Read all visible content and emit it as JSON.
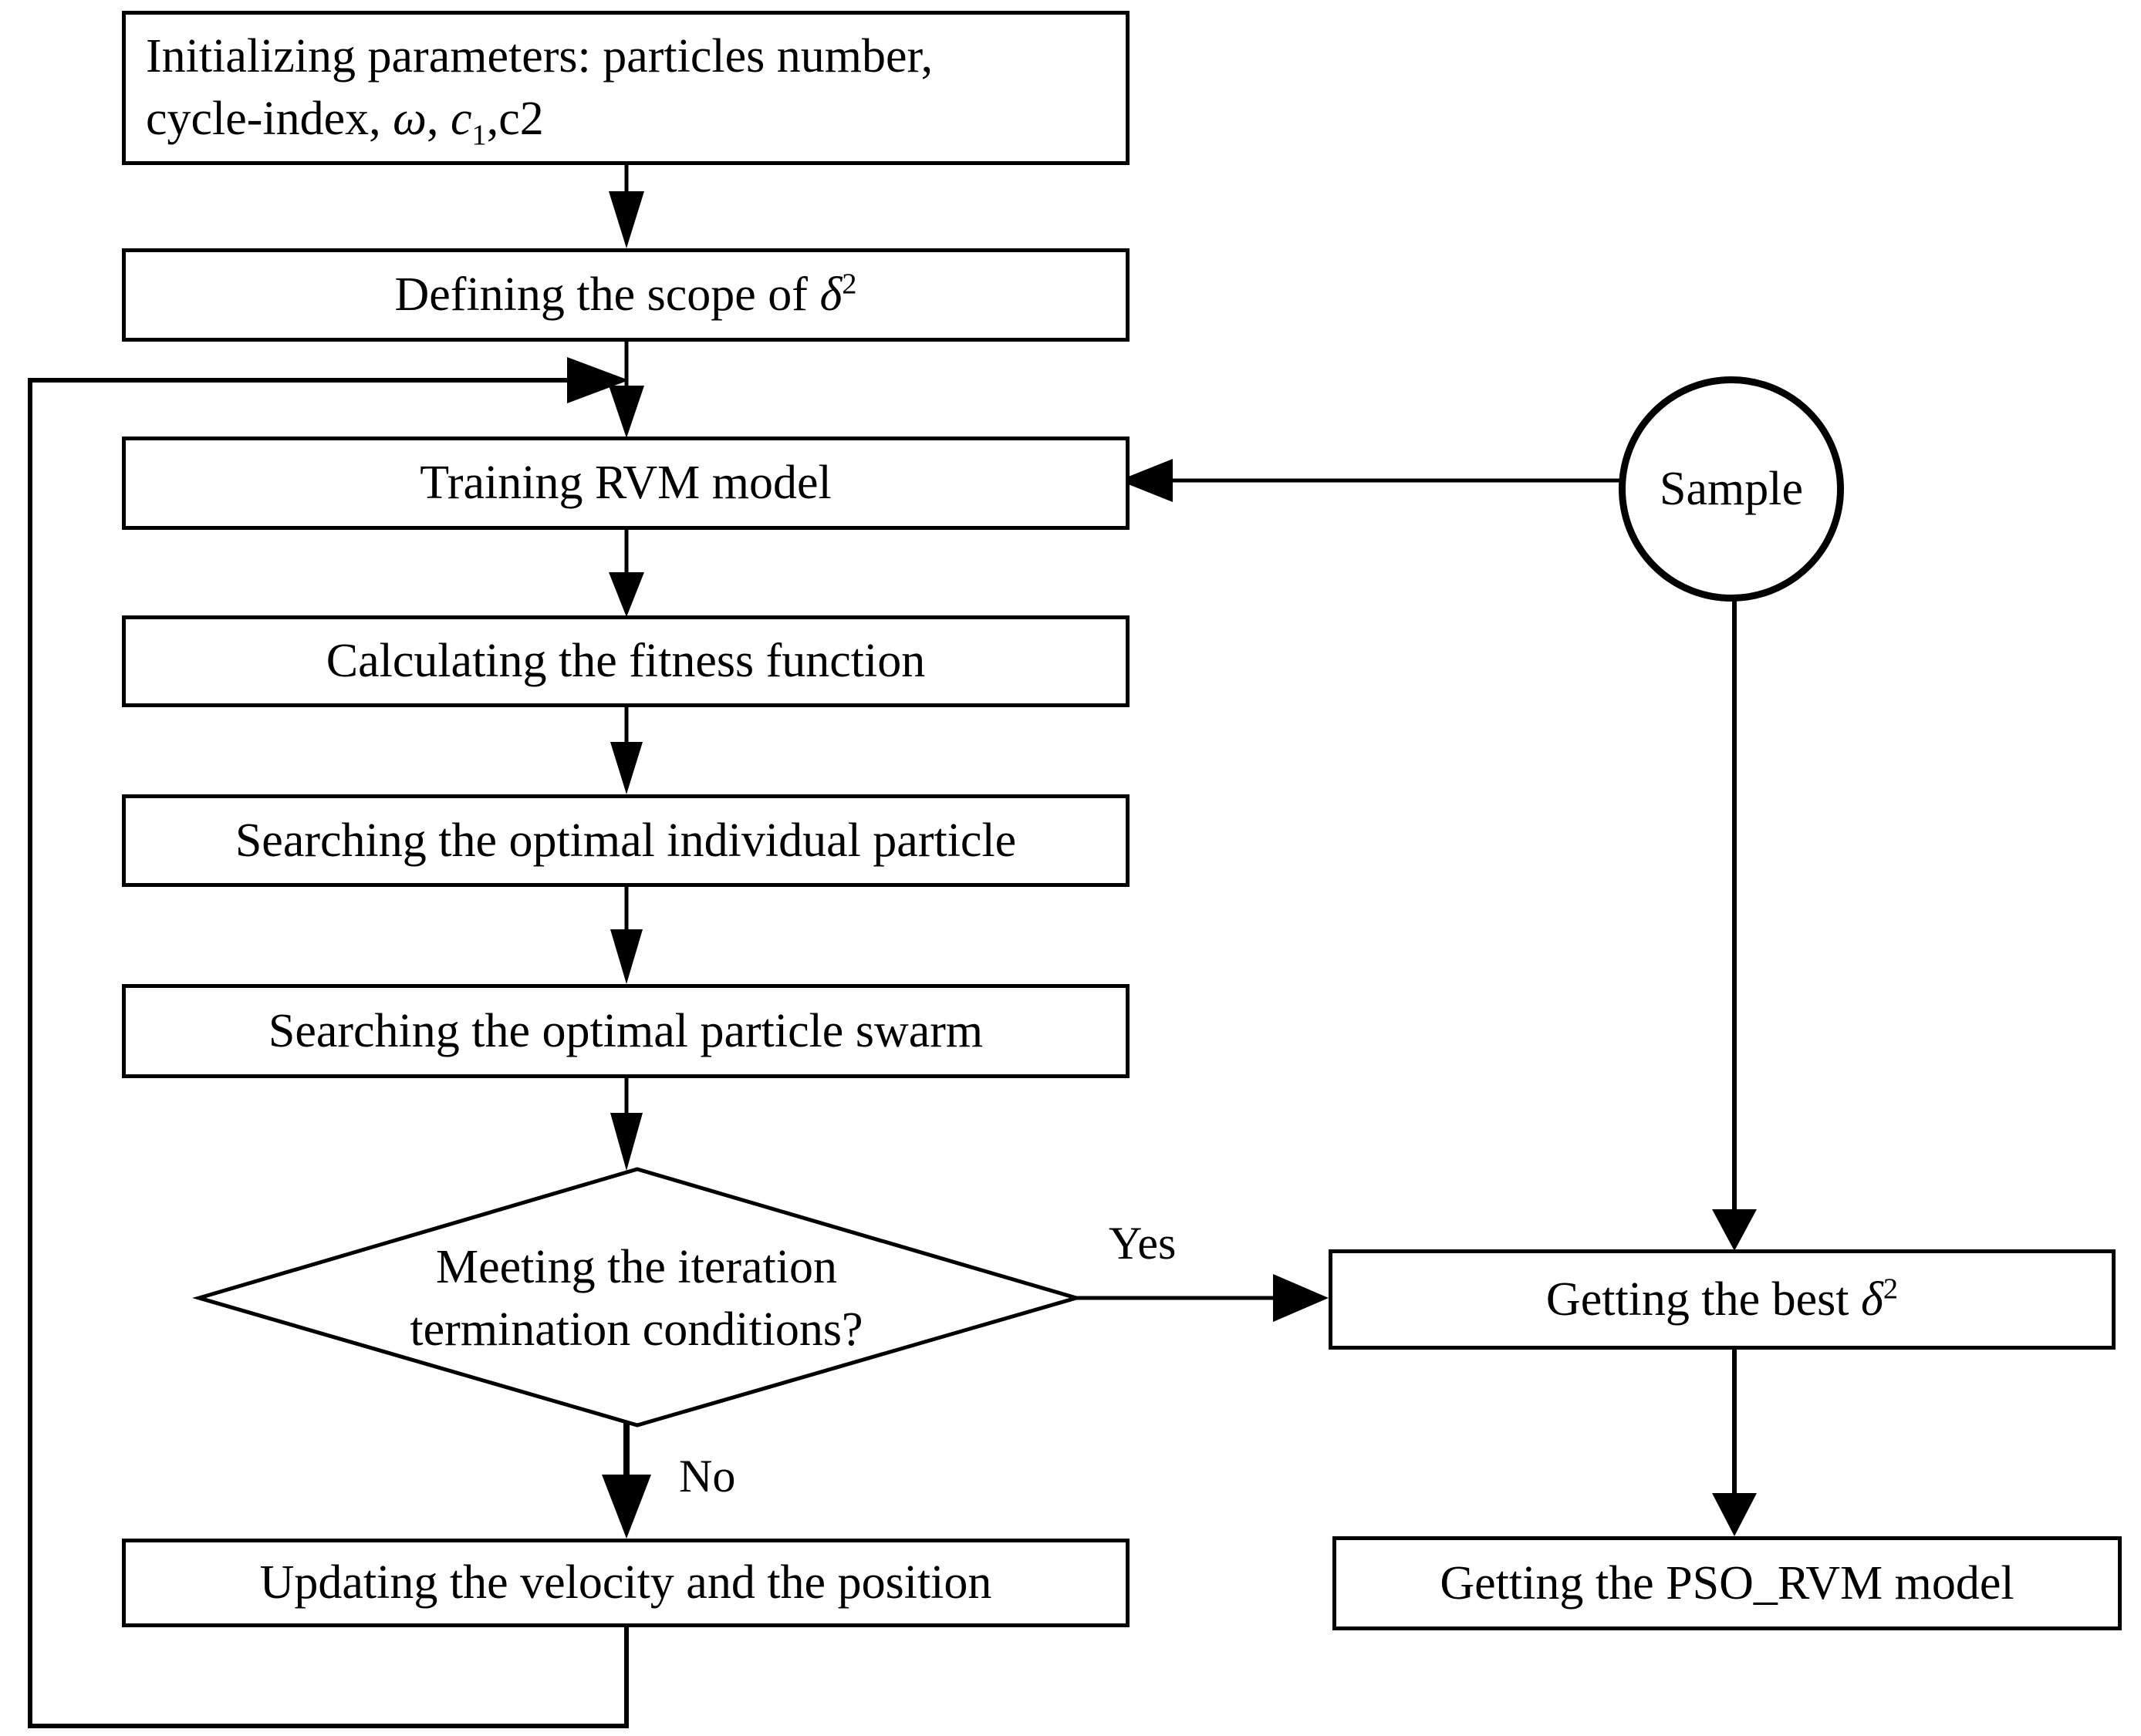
{
  "diagram": {
    "title": "PSO_RVM model training flowchart",
    "type": "flowchart",
    "stroke_color": "#000000",
    "background_color": "#ffffff"
  },
  "nodes": {
    "init": {
      "label_line1": "Initializing parameters: particles number,",
      "label_line2_prefix": "cycle-index, ",
      "label_omega": "ω",
      "label_line2_mid": ", ",
      "label_c": "c",
      "label_c_sub": "1",
      "label_line2_suffix": ",c2",
      "shape": "process"
    },
    "define_scope": {
      "label_prefix": "Defining the scope of ",
      "label_symbol": "δ",
      "label_superscript": "2",
      "shape": "process"
    },
    "training": {
      "label": "Training RVM model",
      "shape": "process"
    },
    "fitness": {
      "label": "Calculating the fitness function",
      "shape": "process"
    },
    "individual": {
      "label": "Searching the optimal individual particle",
      "shape": "process"
    },
    "swarm": {
      "label": "Searching the optimal particle swarm",
      "shape": "process"
    },
    "decision": {
      "label_line1": "Meeting the iteration",
      "label_line2": "termination conditions?",
      "shape": "diamond"
    },
    "updating": {
      "label": "Updating the velocity and the position",
      "shape": "process"
    },
    "sample": {
      "label": "Sample",
      "shape": "circle"
    },
    "best_delta": {
      "label_prefix": "Getting the best ",
      "label_symbol": "δ",
      "label_superscript": "2",
      "shape": "process"
    },
    "pso_rvm": {
      "label": "Getting the PSO_RVM model",
      "shape": "process"
    }
  },
  "edge_labels": {
    "yes": "Yes",
    "no": "No"
  }
}
